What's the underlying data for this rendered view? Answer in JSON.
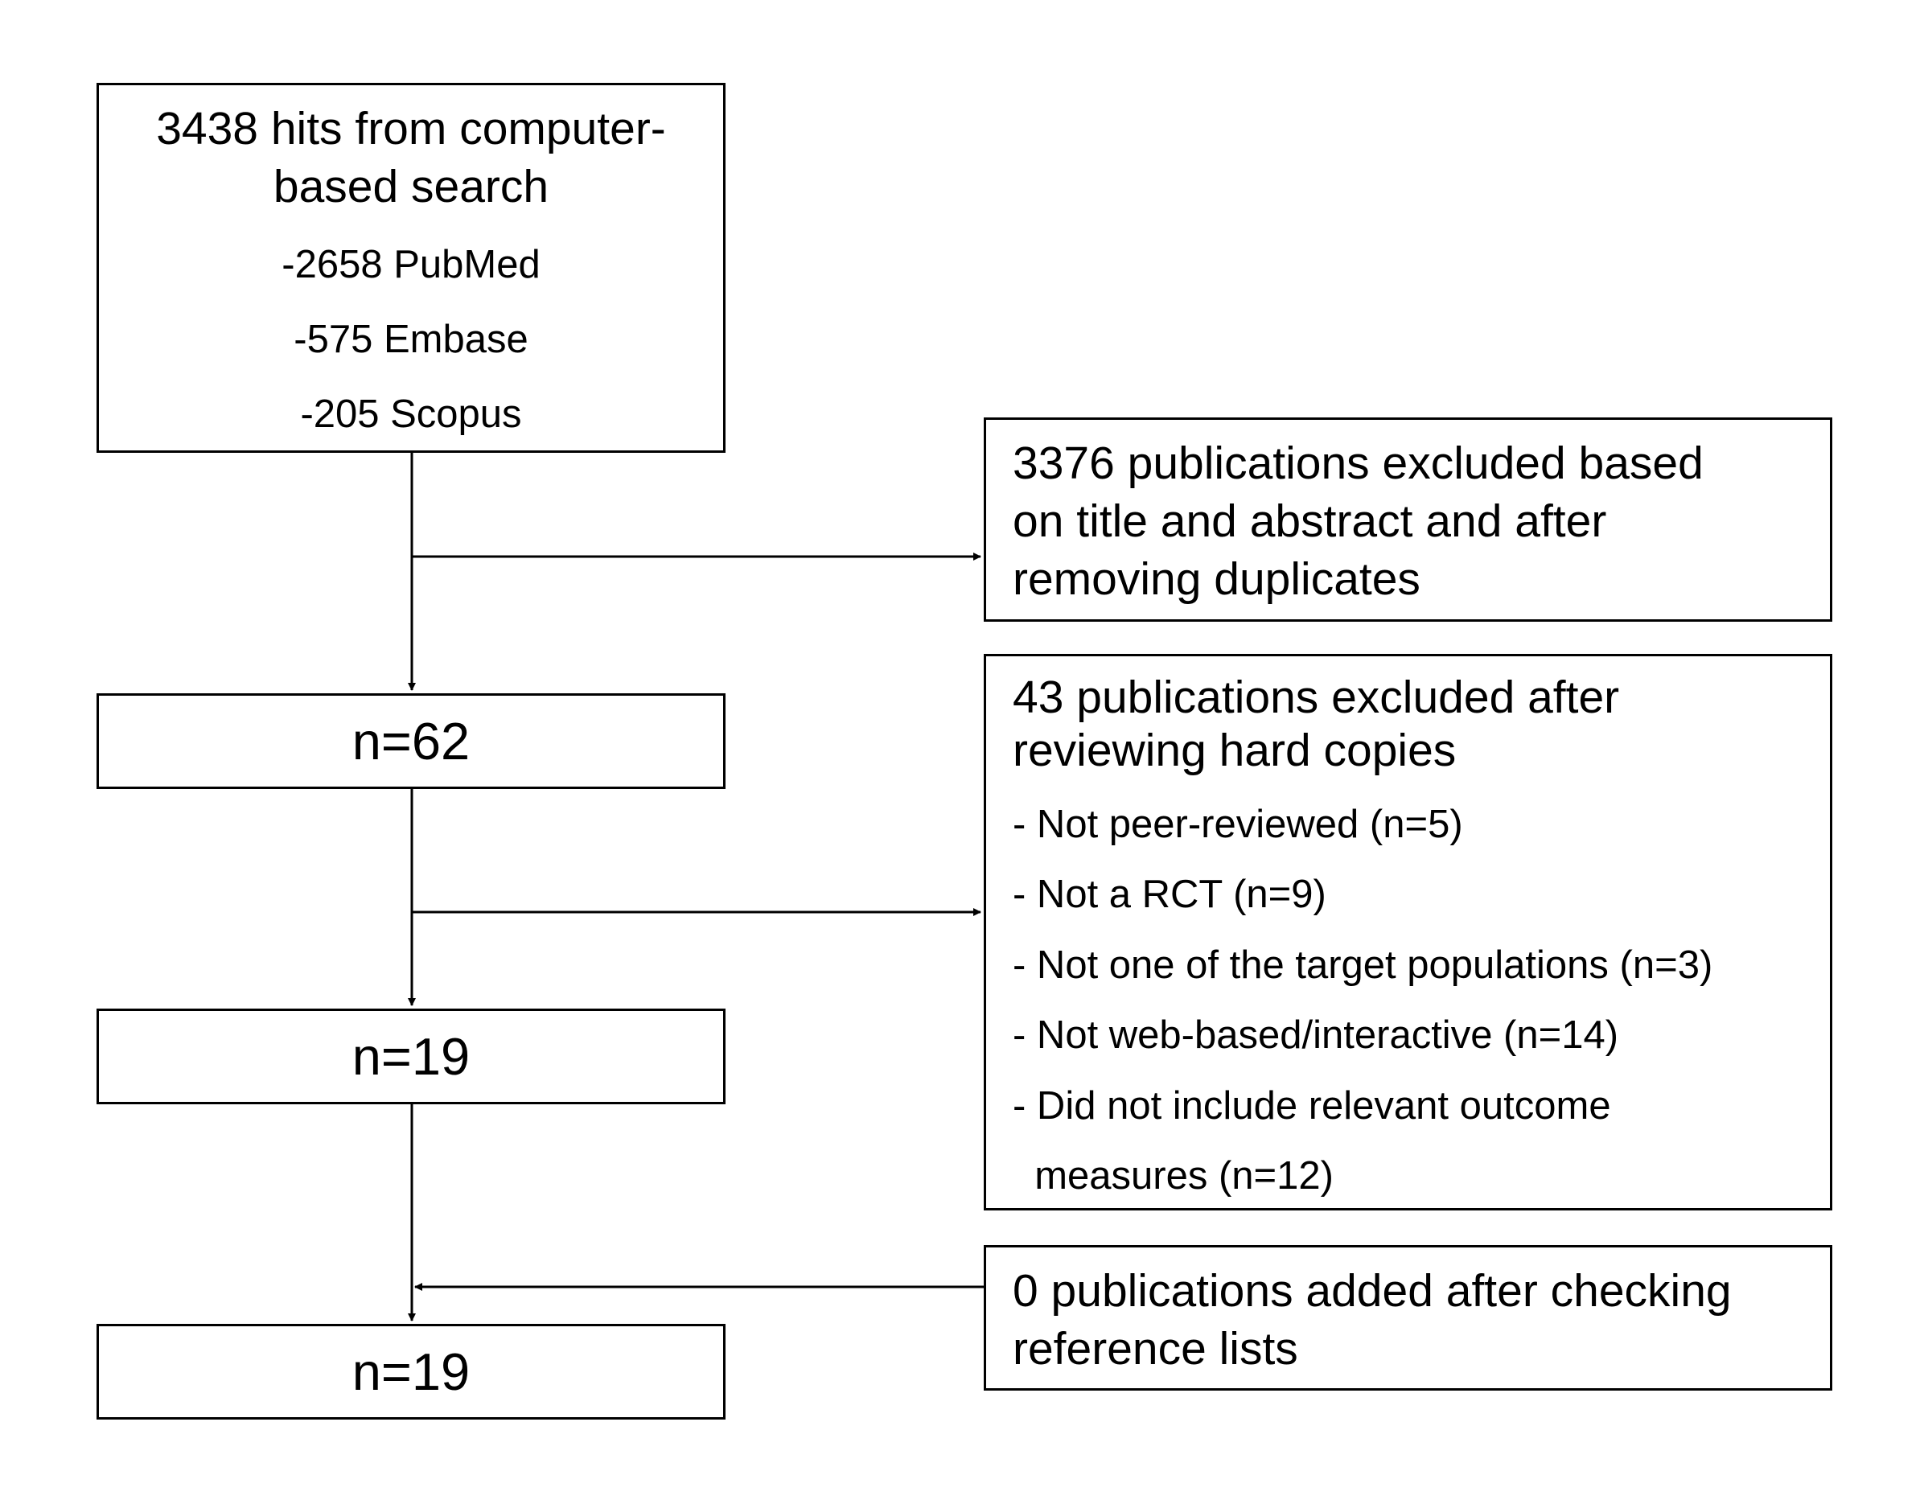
{
  "flow": {
    "search": {
      "heading_lines": [
        "3438 hits from computer-",
        "based search"
      ],
      "sources": [
        "-2658 PubMed",
        "-575 Embase",
        "-205 Scopus"
      ]
    },
    "step1": {
      "value": "n=62"
    },
    "step2": {
      "value": "n=19"
    },
    "step3": {
      "value": "n=19"
    },
    "exclusion1": {
      "lines": [
        "3376 publications excluded based",
        "on title and abstract and after",
        "removing duplicates"
      ]
    },
    "exclusion2": {
      "heading_lines": [
        "43 publications excluded after",
        "reviewing hard copies"
      ],
      "reasons": [
        "- Not peer-reviewed (n=5)",
        "- Not a RCT (n=9)",
        "- Not one of the target populations (n=3)",
        "- Not web-based/interactive (n=14)",
        "- Did not include relevant outcome",
        "  measures (n=12)"
      ]
    },
    "addition": {
      "lines": [
        "0 publications added after checking",
        "reference lists"
      ]
    }
  }
}
